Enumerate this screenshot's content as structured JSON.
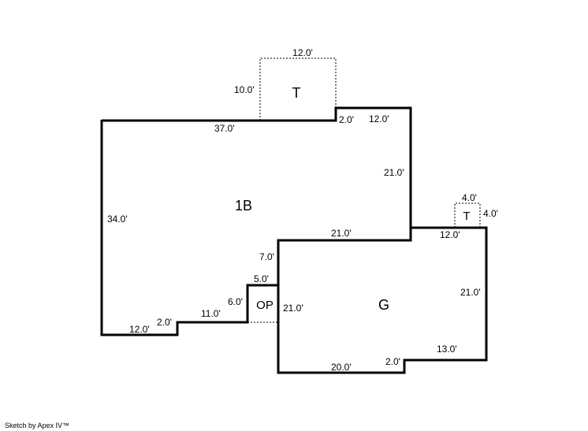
{
  "areas": {
    "main": "1B",
    "garage": "G",
    "top_terrace": "T",
    "right_terrace": "T",
    "open_porch": "OP"
  },
  "dimensions": {
    "t_top": "12.0'",
    "t_left": "10.0'",
    "main_top": "37.0'",
    "step_top": "2.0'",
    "main_top_right": "12.0'",
    "main_right": "21.0'",
    "main_left": "34.0'",
    "main_inner_bottom": "21.0'",
    "porch_wall": "7.0'",
    "op_top": "5.0'",
    "op_left": "6.0'",
    "op_right": "21.0'",
    "bottom_mid": "11.0'",
    "bottom_step": "2.0'",
    "bottom_left": "12.0'",
    "t2_top": "4.0'",
    "t2_right": "4.0'",
    "g_top": "12.0'",
    "g_right": "21.0'",
    "g_bottom_right": "13.0'",
    "g_step": "2.0'",
    "g_bottom": "20.0'"
  },
  "footer": {
    "credit": "Sketch by Apex IV™"
  }
}
